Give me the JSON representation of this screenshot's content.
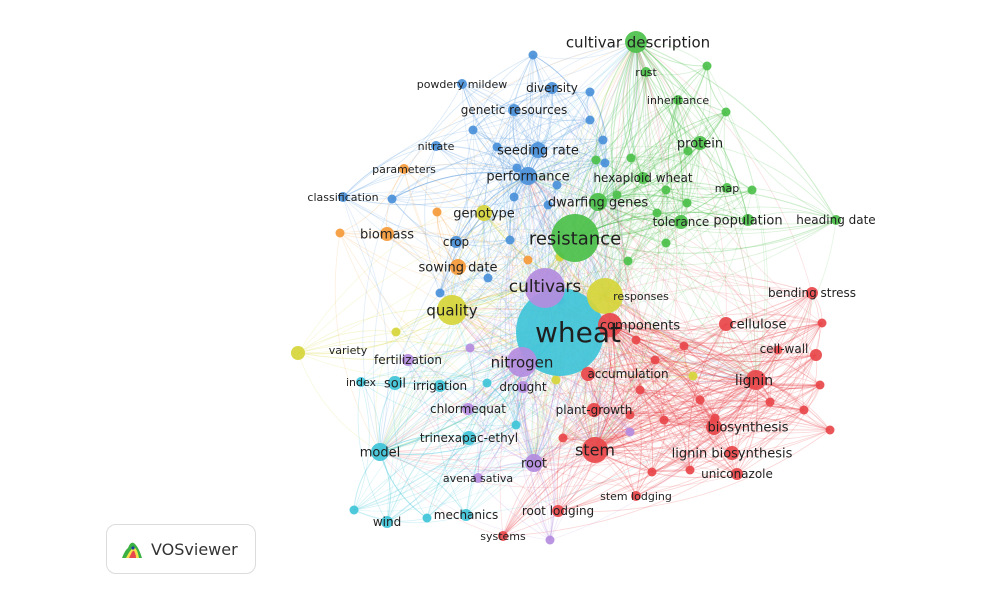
{
  "colors": {
    "red": "#e8464a",
    "green": "#4cc04a",
    "blue": "#4a90d9",
    "yellow": "#d6d53a",
    "purple": "#b48ce0",
    "cyan": "#3fc4d8",
    "orange": "#f59a3a"
  },
  "logo": {
    "label": "VOSviewer",
    "icon": "vosviewer-logo-icon"
  },
  "clusters": {
    "red": [
      "components",
      "cellulose",
      "cell-wall",
      "lignin",
      "accumulation",
      "plant-growth",
      "biosynthesis",
      "stem",
      "lignin biosynthesis",
      "uniconazole",
      "stem lodging",
      "root lodging",
      "systems",
      "bending stress"
    ],
    "green": [
      "cultivar description",
      "rust",
      "inheritance",
      "protein",
      "hexaploid wheat",
      "map",
      "dwarfing genes",
      "tolerance",
      "population",
      "heading date",
      "resistance"
    ],
    "blue": [
      "powdery mildew",
      "diversity",
      "genetic resources",
      "nitrate",
      "seeding rate",
      "performance",
      "crop",
      "classification"
    ],
    "yellow": [
      "genotype",
      "quality",
      "responses",
      "variety"
    ],
    "purple": [
      "cultivars",
      "nitrogen",
      "drought",
      "chlormequat",
      "root",
      "avena sativa",
      "fertilization"
    ],
    "cyan": [
      "wheat",
      "index",
      "soil",
      "irrigation",
      "trinexapac-ethyl",
      "model",
      "mechanics",
      "wind"
    ],
    "orange": [
      "parameters",
      "biomass",
      "sowing date"
    ]
  }
}
